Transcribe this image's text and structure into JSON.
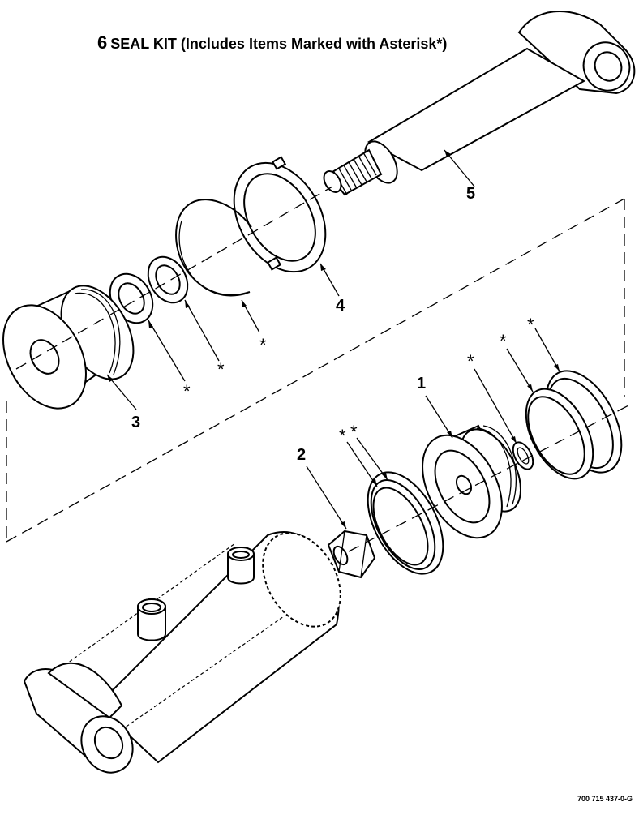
{
  "title": {
    "item_number": "6",
    "text": "SEAL KIT (Includes Items Marked with Asterisk*)"
  },
  "callouts": [
    "1",
    "2",
    "3",
    "4",
    "5"
  ],
  "asterisk": "*",
  "figure_code": "700 715 437-0-G"
}
